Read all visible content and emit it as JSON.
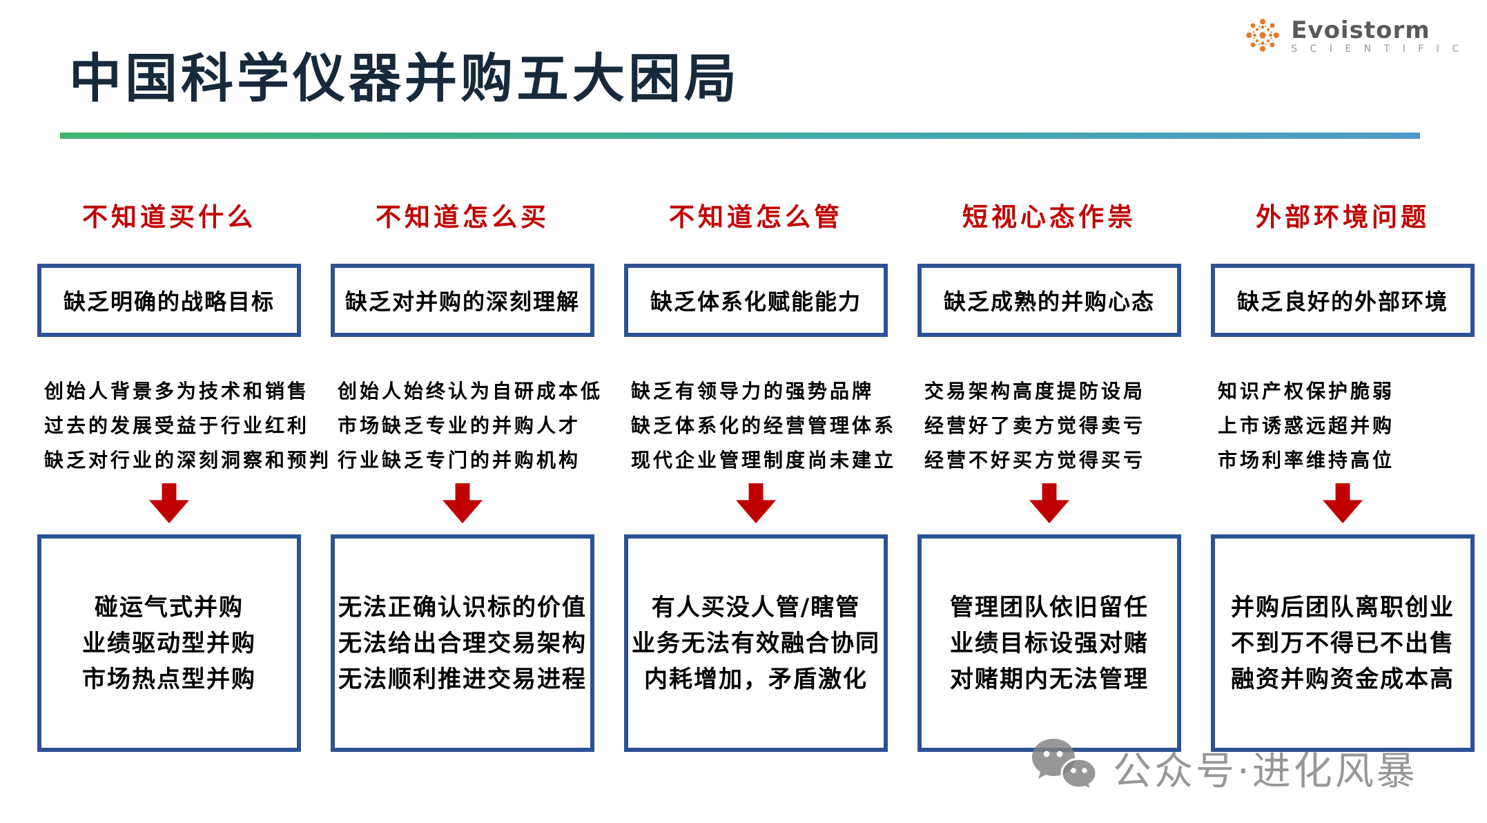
{
  "title": "中国科学仪器并购五大困局",
  "logo": {
    "name": "Evoistorm",
    "subtitle": "S C I E N T I F I C"
  },
  "watermark": "公众号·进化风暴",
  "colors": {
    "title": "#17293A",
    "header_red": "#C00000",
    "arrow_red": "#C00000",
    "box_border_blue": "#2D5294",
    "divider_gradient": [
      "#3EB46F",
      "#3FAAA2",
      "#4D9AC7"
    ],
    "logo_orange": "#E87726",
    "logo_gray": "#595A5C",
    "watermark_gray": "#808080"
  },
  "columns": [
    {
      "header": "不知道买什么",
      "problem": "缺乏明确的战略目标",
      "causes": [
        "创始人背景多为技术和销售",
        "过去的发展受益于行业红利",
        "缺乏对行业的深刻洞察和预判"
      ],
      "consequences": [
        "碰运气式并购",
        "业绩驱动型并购",
        "市场热点型并购"
      ]
    },
    {
      "header": "不知道怎么买",
      "problem": "缺乏对并购的深刻理解",
      "causes": [
        "创始人始终认为自研成本低",
        "市场缺乏专业的并购人才",
        "行业缺乏专门的并购机构"
      ],
      "consequences": [
        "无法正确认识标的价值",
        "无法给出合理交易架构",
        "无法顺利推进交易进程"
      ]
    },
    {
      "header": "不知道怎么管",
      "problem": "缺乏体系化赋能能力",
      "causes": [
        "缺乏有领导力的强势品牌",
        "缺乏体系化的经营管理体系",
        "现代企业管理制度尚未建立"
      ],
      "consequences": [
        "有人买没人管/瞎管",
        "业务无法有效融合协同",
        "内耗增加，矛盾激化"
      ]
    },
    {
      "header": "短视心态作祟",
      "problem": "缺乏成熟的并购心态",
      "causes": [
        "交易架构高度提防设局",
        "经营好了卖方觉得卖亏",
        "经营不好买方觉得买亏"
      ],
      "consequences": [
        "管理团队依旧留任",
        "业绩目标设强对赌",
        "对赌期内无法管理"
      ]
    },
    {
      "header": "外部环境问题",
      "problem": "缺乏良好的外部环境",
      "causes": [
        "知识产权保护脆弱",
        "上市诱惑远超并购",
        "市场利率维持高位"
      ],
      "consequences": [
        "并购后团队离职创业",
        "不到万不得已不出售",
        "融资并购资金成本高"
      ]
    }
  ]
}
